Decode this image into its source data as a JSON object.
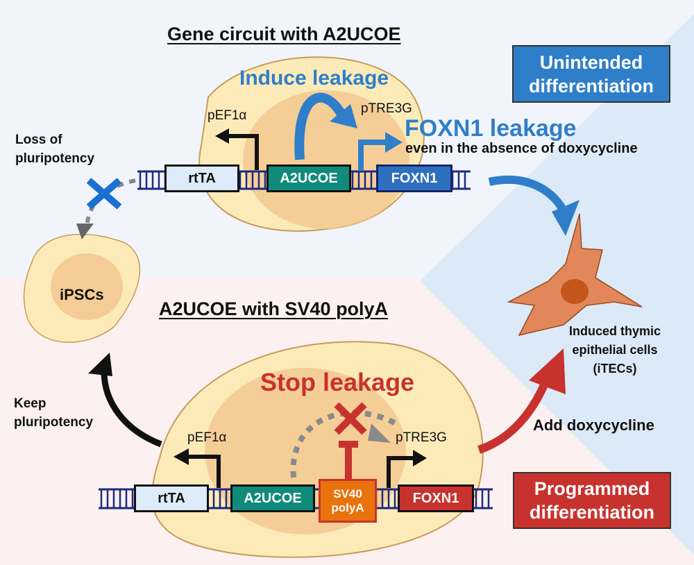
{
  "colors": {
    "blue": "#2f7ec9",
    "red": "#c8322e",
    "teal": "#108a7b",
    "orange": "#e8720c",
    "cell_outer": "#fcebb9",
    "cell_inner": "#f3c48c",
    "itec": "#e2875a",
    "bg_top": "#f1f5fb",
    "bg_bottom": "#fcf0f0",
    "bg_right": "#dce9f7"
  },
  "top_panel": {
    "title": "Gene circuit with A2UCOE",
    "induce_label": "Induce leakage",
    "promoter_left": "pEF1α",
    "promoter_right": "pTRE3G",
    "genes": [
      "rtTA",
      "A2UCOE",
      "FOXN1"
    ],
    "leak_title": "FOXN1 leakage",
    "leak_sub": "even in the absence of doxycycline",
    "outcome_box": [
      "Unintended",
      "differentiation"
    ]
  },
  "bottom_panel": {
    "title": "A2UCOE with SV40 polyA",
    "stop_label": "Stop leakage",
    "promoter_left": "pEF1α",
    "promoter_right": "pTRE3G",
    "genes": [
      "rtTA",
      "A2UCOE",
      "SV40",
      "polyA",
      "FOXN1"
    ],
    "trigger": "Add doxycycline",
    "outcome_box": [
      "Programmed",
      "differentiation"
    ]
  },
  "left_side": {
    "loss_label": [
      "Loss of",
      "pluripotency"
    ],
    "keep_label": [
      "Keep",
      "pluripotency"
    ],
    "cell_label": "iPSCs"
  },
  "right_side": {
    "cell_label": [
      "Induced thymic",
      "epithelial cells",
      "(iTECs)"
    ]
  },
  "icons": [
    "x-mark-icon",
    "promoter-arrow-icon",
    "curved-arrow-icon",
    "inhibition-icon",
    "dna-icon",
    "cell-icon"
  ]
}
